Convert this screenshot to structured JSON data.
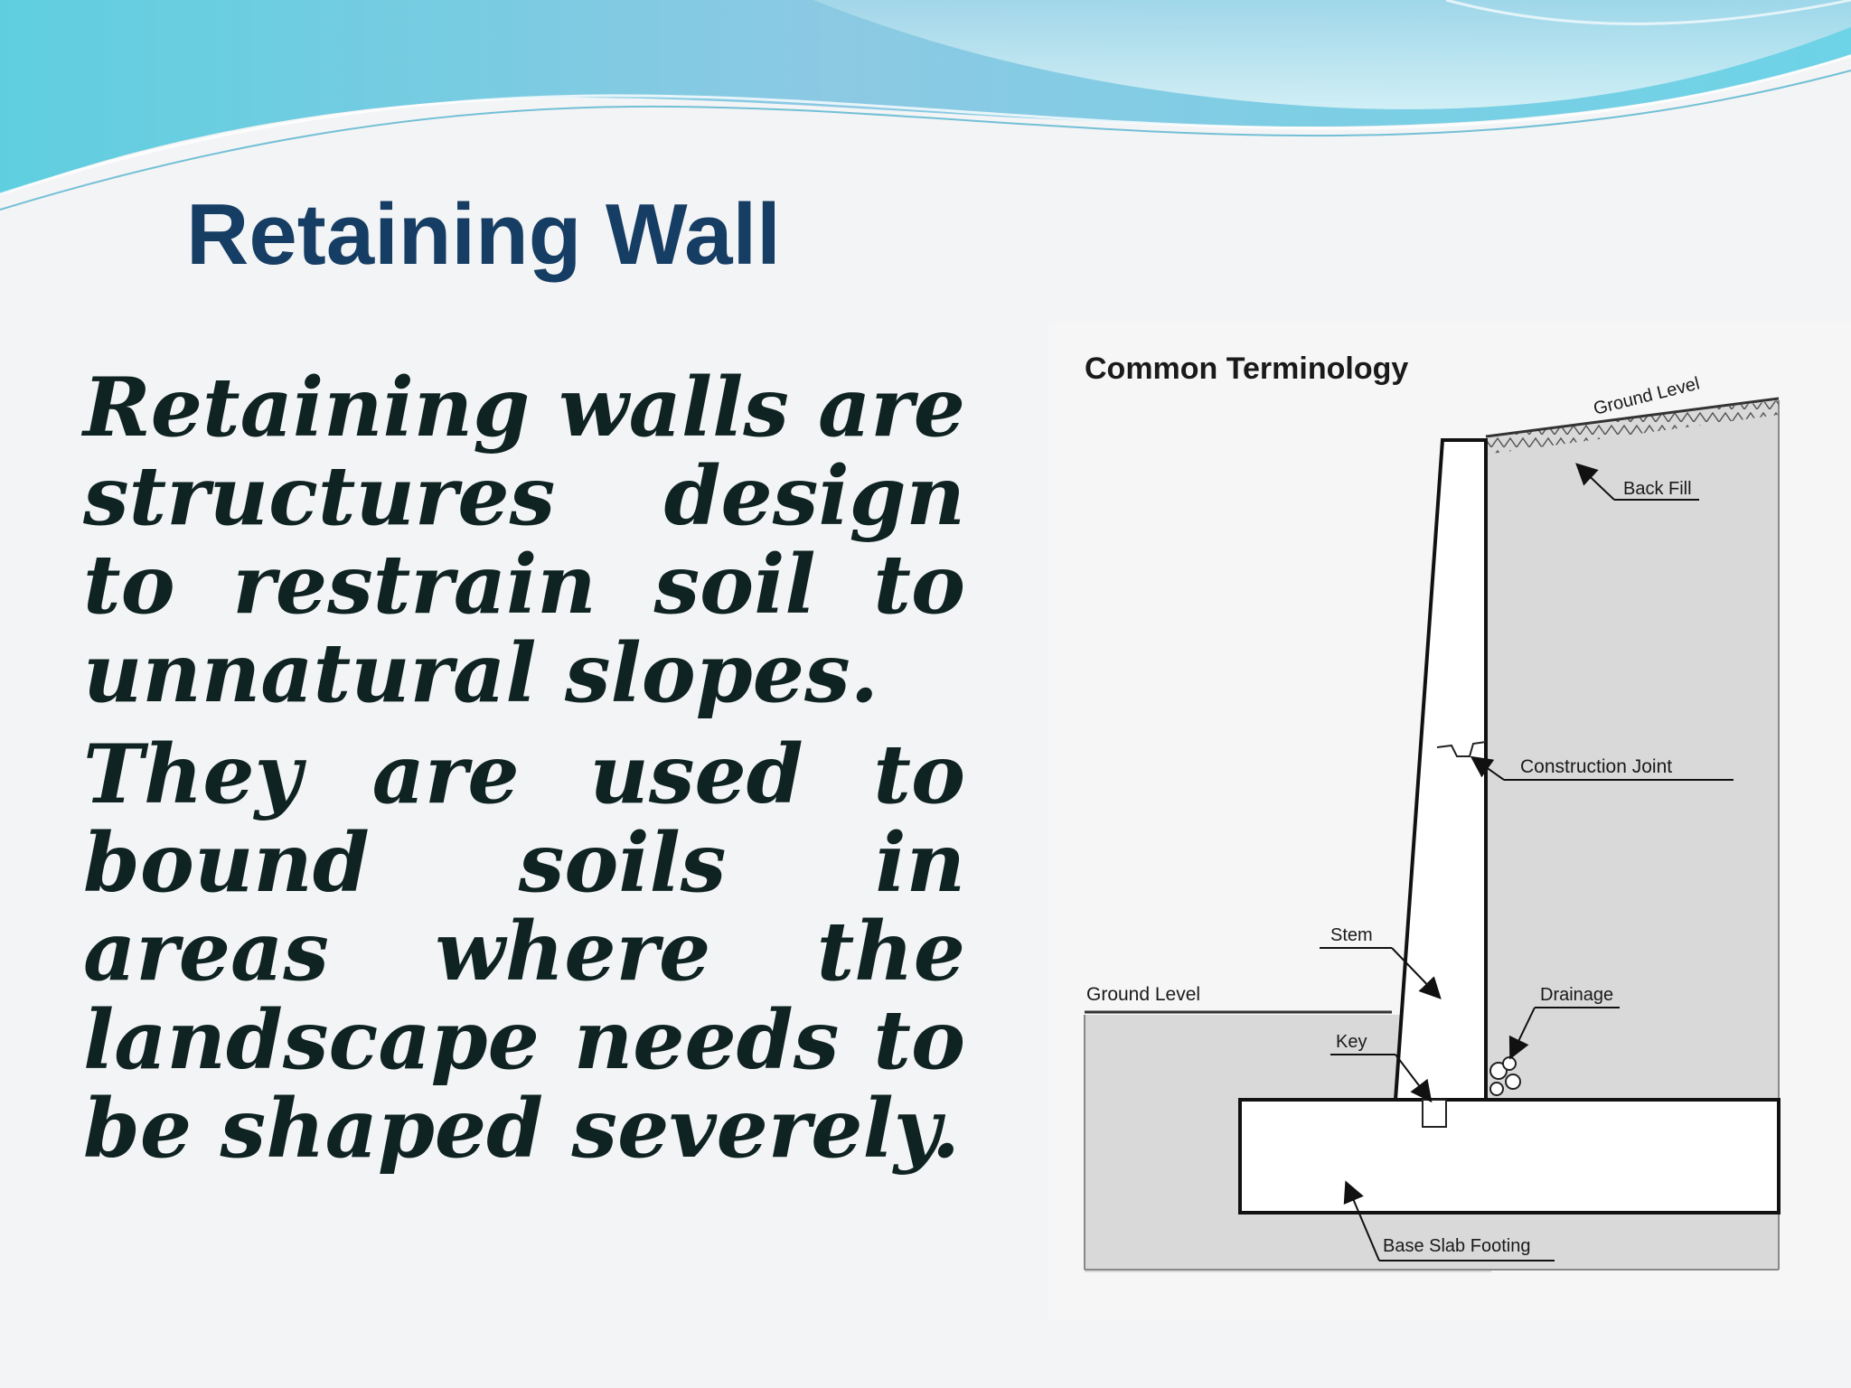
{
  "slide": {
    "title": "Retaining Wall",
    "paragraphs": [
      "Retaining walls are structures design to restrain soil to unnatural slopes.",
      "They are used to bound soils in areas where the landscape needs to be shaped severely."
    ]
  },
  "diagram": {
    "heading": "Common Terminology",
    "labels": {
      "ground_level_top": "Ground Level",
      "back_fill": "Back Fill",
      "construction_joint": "Construction Joint",
      "stem": "Stem",
      "ground_level_bottom": "Ground Level",
      "drainage": "Drainage",
      "key": "Key",
      "base_slab_footing": "Base Slab Footing"
    }
  },
  "colors": {
    "title": "#163d63",
    "body_text": "#0f2323",
    "wave_light": "#c9eef4",
    "wave_mid": "#7fd4e4",
    "wave_dark": "#3aa9c9",
    "soil_fill": "#dadada"
  }
}
